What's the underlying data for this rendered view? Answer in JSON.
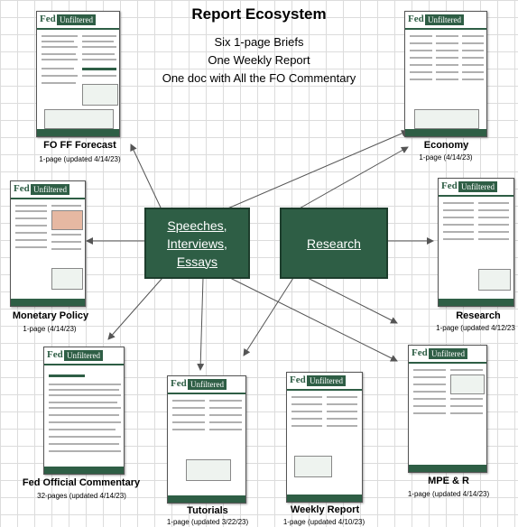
{
  "title": "Report Ecosystem",
  "subtitle_lines": [
    "Six 1-page Briefs",
    "One Weekly Report",
    "One doc with All the FO Commentary"
  ],
  "center_boxes": {
    "speeches": {
      "line1": "Speeches,",
      "line2": "Interviews,",
      "line3": "Essays"
    },
    "research": "Research"
  },
  "doc_brand": {
    "left": "Fed",
    "right": "Unfiltered"
  },
  "reports": [
    {
      "id": "fo-ff-forecast",
      "name": "FO FF Forecast",
      "caption": "1-page (updated 4/14/23)"
    },
    {
      "id": "economy",
      "name": "Economy",
      "caption": "1-page (4/14/23)"
    },
    {
      "id": "monetary-policy",
      "name": "Monetary Policy",
      "caption": "1-page (4/14/23)"
    },
    {
      "id": "research",
      "name": "Research",
      "caption": "1-page (updated 4/12/23"
    },
    {
      "id": "fed-official-commentary",
      "name": "Fed Official Commentary",
      "caption": "32-pages (updated 4/14/23)"
    },
    {
      "id": "tutorials",
      "name": "Tutorials",
      "caption": "1-page (updated 3/22/23)"
    },
    {
      "id": "weekly-report",
      "name": "Weekly Report",
      "caption": "1-page (updated 4/10/23)"
    },
    {
      "id": "mpe-r",
      "name": "MPE & R",
      "caption": "1-page (updated 4/14/23)"
    }
  ],
  "colors": {
    "box_fill": "#2e5e45",
    "box_text": "#ffffff",
    "grid": "#dcdcdc",
    "arrow": "#555555"
  }
}
